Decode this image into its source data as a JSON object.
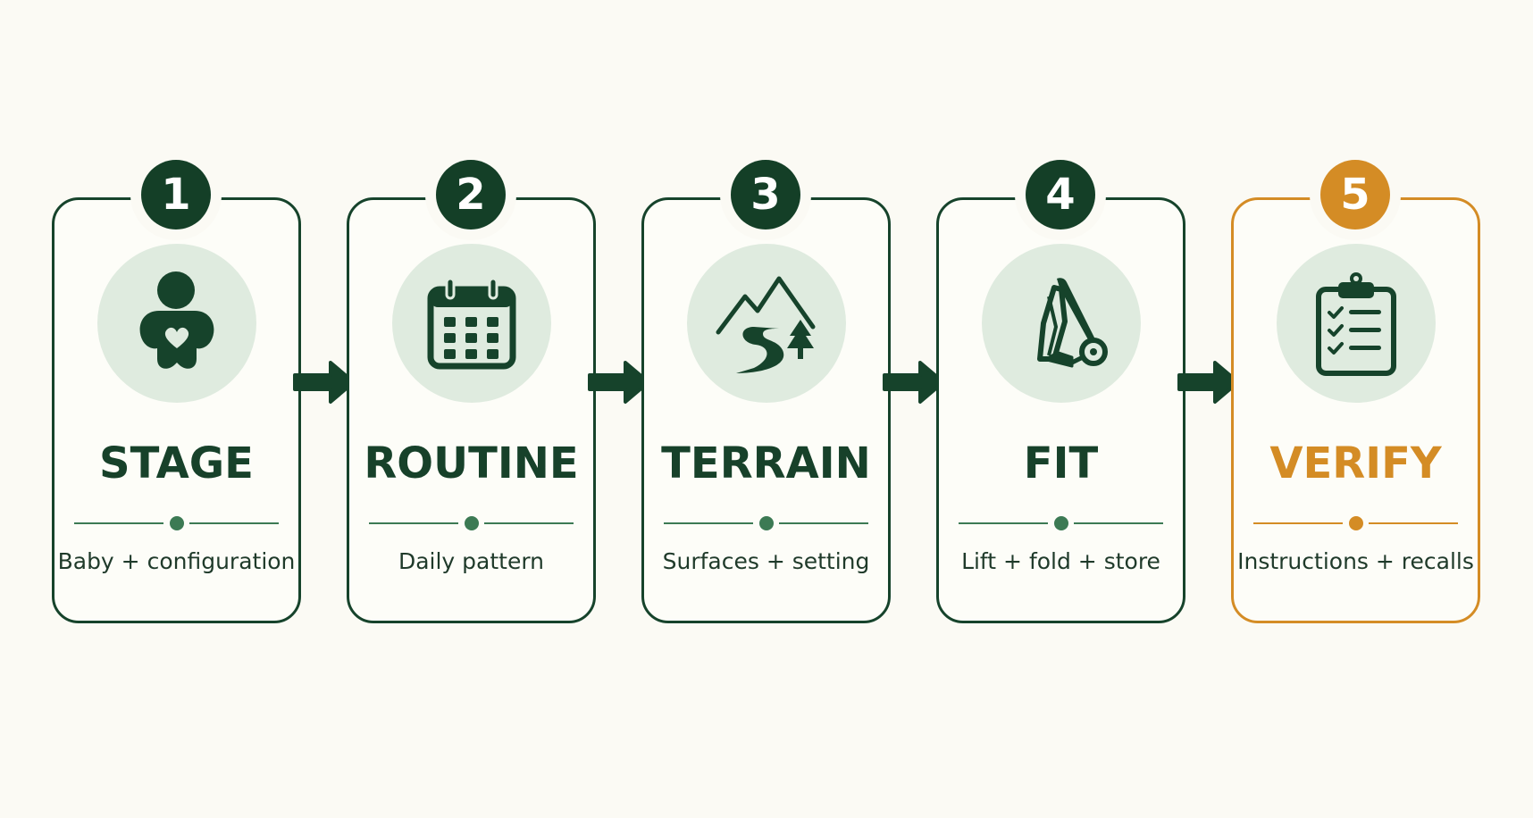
{
  "steps": [
    {
      "number": "1",
      "title": "STAGE",
      "subtitle": "Baby + configuration",
      "icon": "baby-heart-icon"
    },
    {
      "number": "2",
      "title": "ROUTINE",
      "subtitle": "Daily pattern",
      "icon": "calendar-icon"
    },
    {
      "number": "3",
      "title": "TERRAIN",
      "subtitle": "Surfaces + setting",
      "icon": "mountain-road-icon"
    },
    {
      "number": "4",
      "title": "FIT",
      "subtitle": "Lift + fold + store",
      "icon": "folded-stroller-icon"
    },
    {
      "number": "5",
      "title": "VERIFY",
      "subtitle": "Instructions + recalls",
      "icon": "clipboard-checklist-icon"
    }
  ],
  "colors": {
    "background": "#fbfaf4",
    "primary": "#16432b",
    "accent": "#d48c25",
    "icon_circle": "#dfebdf",
    "divider": "#3c7a54"
  }
}
